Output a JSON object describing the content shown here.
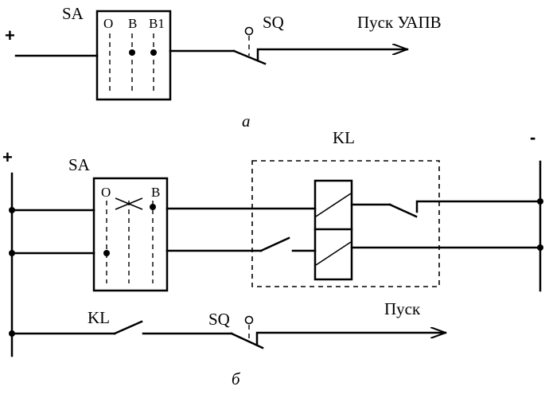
{
  "diagram_a": {
    "plus_sign": "+",
    "switch_label": "SA",
    "positions": [
      "О",
      "В",
      "В1"
    ],
    "limit_switch_label": "SQ",
    "output_label": "Пуск УАПВ",
    "caption": "а"
  },
  "diagram_b": {
    "plus_sign": "+",
    "minus_sign": "-",
    "switch_label": "SA",
    "positions": [
      "О",
      "В"
    ],
    "relay_label": "KL",
    "contact_label": "KL",
    "limit_switch_label": "SQ",
    "output_label": "Пуск",
    "caption": "б"
  }
}
